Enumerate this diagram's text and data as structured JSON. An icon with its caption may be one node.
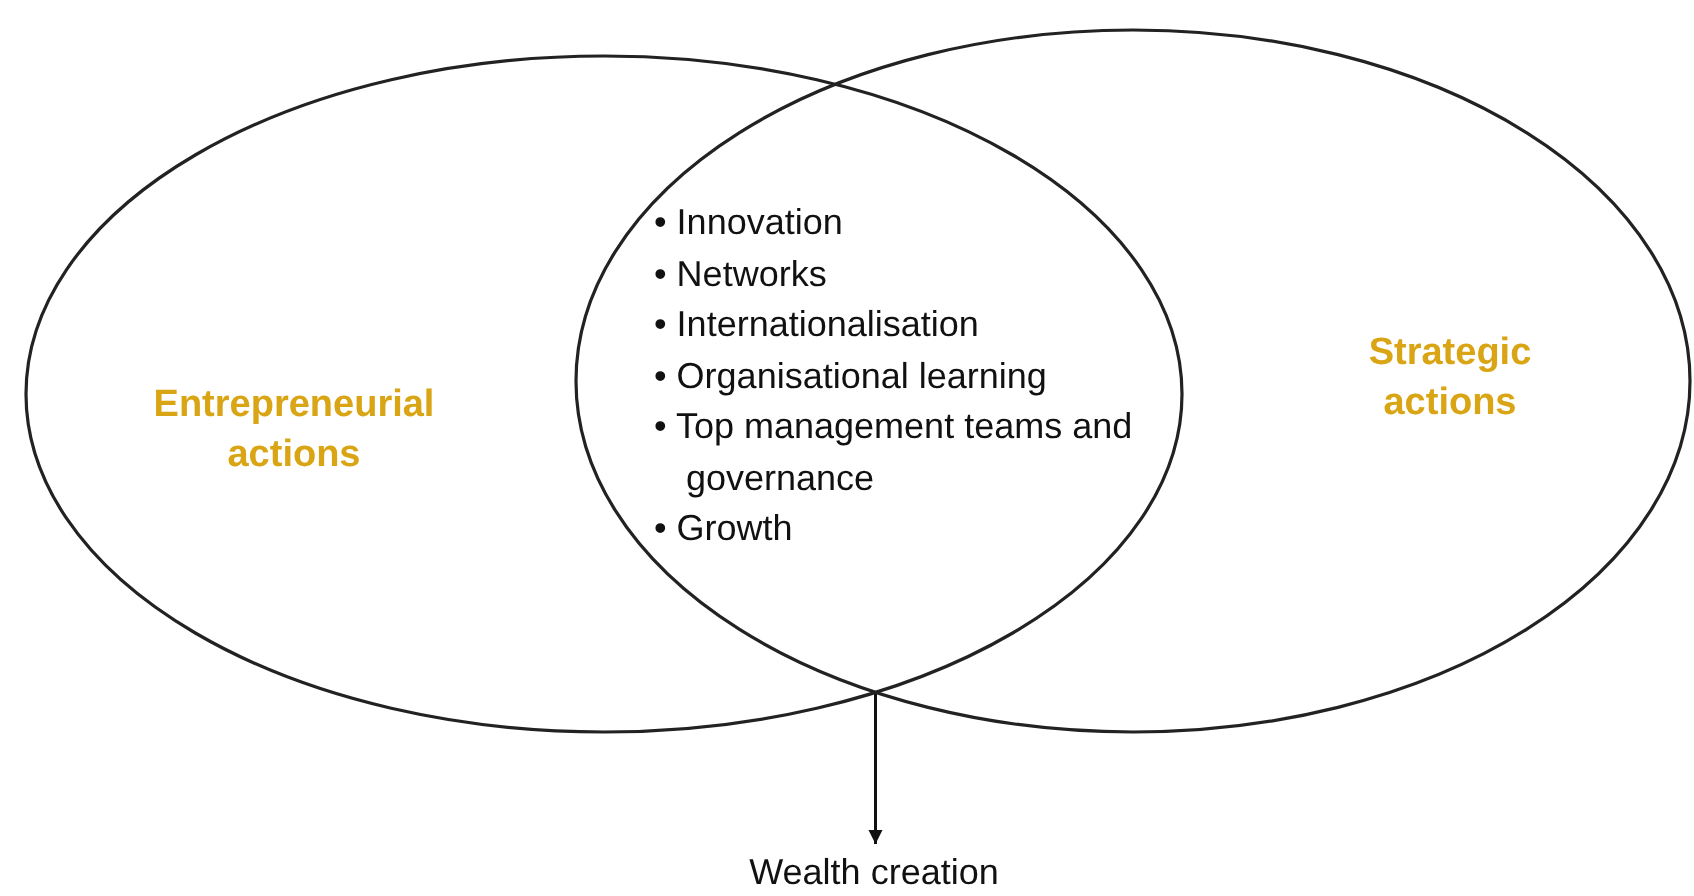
{
  "diagram": {
    "nodes": [
      {
        "text": [
          "Entrepreneurial actions"
        ]
      },
      {
        "text": [
          "Strategic actions"
        ]
      },
      {
        "text": [
          "Wealth creation"
        ]
      }
    ],
    "edges": [
      {
        "from": 0,
        "to": 2,
        "arrow": "to"
      }
    ],
    "labels": [
      "• Innovation",
      "• Networks",
      "• Internationalisation",
      "• Organisational learning",
      "• Top management teams and governance",
      "• Growth"
    ]
  }
}
